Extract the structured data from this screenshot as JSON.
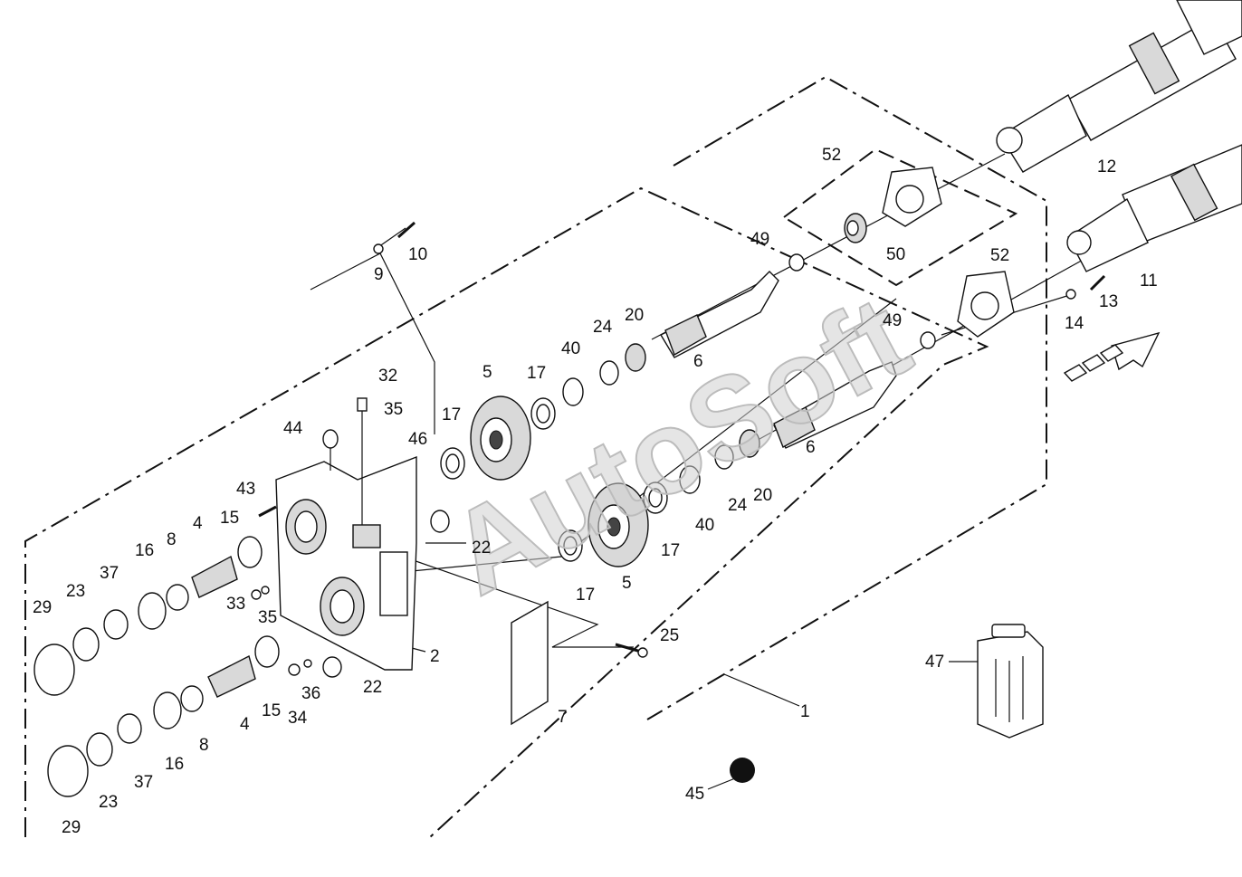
{
  "watermark": "AutoSoft",
  "labels": {
    "l1": "1",
    "l2": "2",
    "l4a": "4",
    "l4b": "4",
    "l5a": "5",
    "l5b": "5",
    "l6a": "6",
    "l6b": "6",
    "l7": "7",
    "l8a": "8",
    "l8b": "8",
    "l9": "9",
    "l10": "10",
    "l11": "11",
    "l12": "12",
    "l13": "13",
    "l14": "14",
    "l15a": "15",
    "l15b": "15",
    "l16a": "16",
    "l16b": "16",
    "l17a": "17",
    "l17b": "17",
    "l17c": "17",
    "l17d": "17",
    "l20a": "20",
    "l20b": "20",
    "l22a": "22",
    "l22b": "22",
    "l23a": "23",
    "l23b": "23",
    "l24a": "24",
    "l24b": "24",
    "l25": "25",
    "l29a": "29",
    "l29b": "29",
    "l32": "32",
    "l33": "33",
    "l34": "34",
    "l35a": "35",
    "l35b": "35",
    "l36": "36",
    "l37a": "37",
    "l37b": "37",
    "l40a": "40",
    "l40b": "40",
    "l43": "43",
    "l44": "44",
    "l45": "45",
    "l46": "46",
    "l47": "47",
    "l49a": "49",
    "l49b": "49",
    "l50": "50",
    "l52a": "52",
    "l52b": "52"
  },
  "colors": {
    "ink": "#111111",
    "paper": "#ffffff",
    "watermark": "#d0d0d0"
  }
}
